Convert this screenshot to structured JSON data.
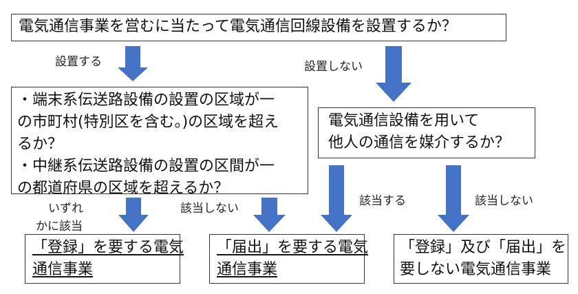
{
  "colors": {
    "arrow": "#4472C4",
    "border": "#333333",
    "text": "#111111"
  },
  "top_question": "電気通信事業を営むに当たって電気通信回線設備を設置するか？",
  "labels": {
    "install": "設置する",
    "not_install": "設置しない",
    "either_line1": "いずれ",
    "either_line2": "かに該当",
    "not_applicable_left": "該当しない",
    "applicable": "該当する",
    "not_applicable_right": "該当しない"
  },
  "area_question": {
    "line1": "・端末系伝送路設備の設置の区域が一",
    "line2": "の市町村(特別区を含む。)の区域を超え",
    "line3": "るか？",
    "line4": "・中継系伝送路設備の設置の区間が一",
    "line5": "の都道府県の区域を超えるか？"
  },
  "mediation_question": {
    "line1": "電気通信設備を用いて",
    "line2": "他人の通信を媒介するか？"
  },
  "results": {
    "registration": {
      "line1": "「登録」を要する電気",
      "line2": "通信事業"
    },
    "notification": {
      "line1": "「届出」を要する電気",
      "line2": "通信事業"
    },
    "none": {
      "line1": "「登録」及び「届出」を",
      "line2": "要しない電気通信事業"
    }
  }
}
